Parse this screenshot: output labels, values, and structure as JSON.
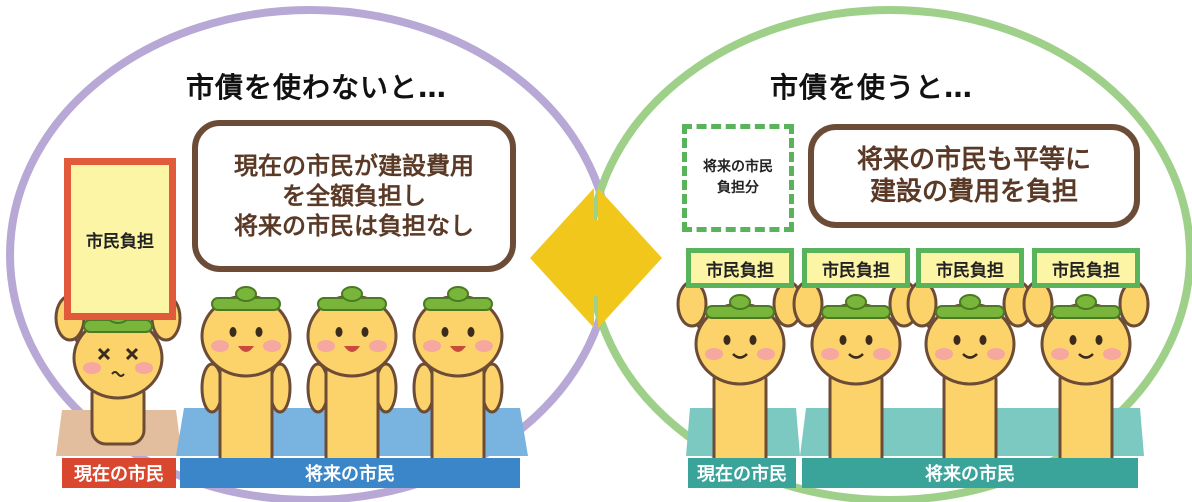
{
  "left_panel": {
    "title": "市債を使わないと…",
    "speech": [
      "現在の市民が建設費用",
      "を全額負担し",
      "将来の市民は負担なし"
    ],
    "burden_label": "市民負担",
    "current_label": "現在の市民",
    "future_label": "将来の市民"
  },
  "right_panel": {
    "title": "市債を使うと…",
    "speech": [
      "将来の市民も平等に",
      "建設の費用を負担"
    ],
    "future_share_label": [
      "将来の市民",
      "負担分"
    ],
    "burden_labels": [
      "市民負担",
      "市民負担",
      "市民負担",
      "市民負担"
    ],
    "current_label": "現在の市民",
    "future_label": "将来の市民"
  },
  "colors": {
    "left_circle": "#b7a8d6",
    "right_circle": "#9fd08a",
    "arrow": "#f2c71c",
    "current_red": "#d9472e",
    "future_blue": "#3a86c8",
    "teal": "#3aa39a",
    "character_body": "#fbd36a",
    "leaf_green": "#79b53b"
  },
  "icons": [
    "double-arrow-icon",
    "character-icon",
    "leaf-hat-icon"
  ]
}
